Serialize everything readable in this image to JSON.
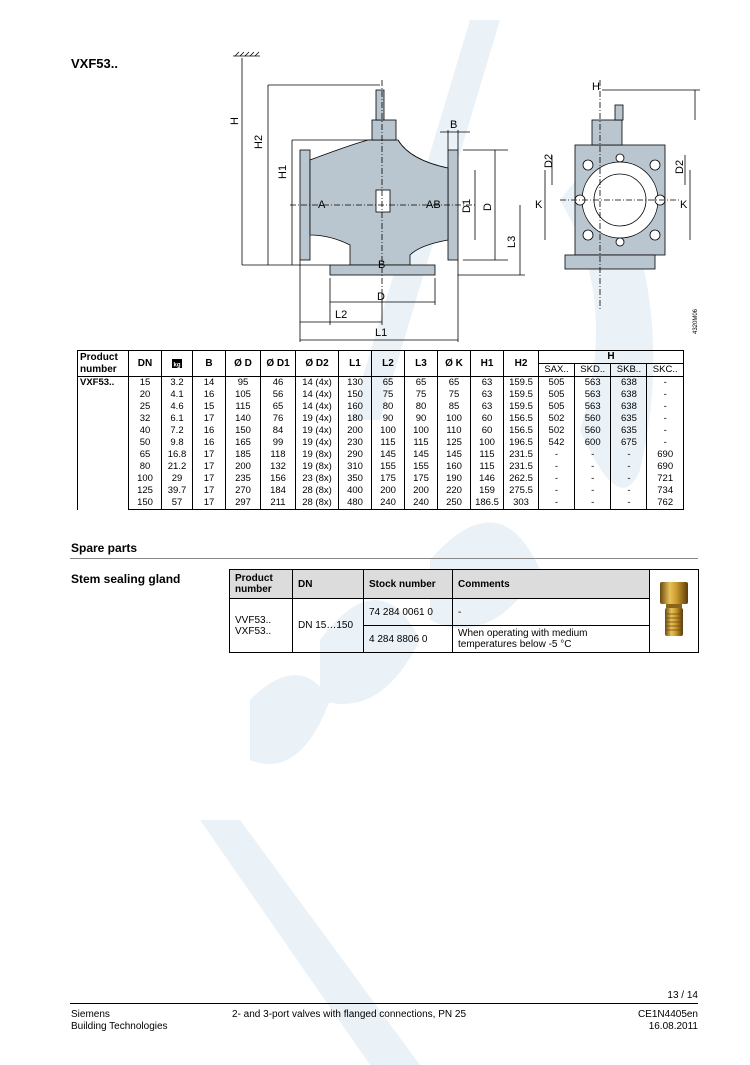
{
  "model_title": "VXF53..",
  "drawing": {
    "labels": {
      "H": "H",
      "H1": "H1",
      "H2": "H2",
      "B": "B",
      "D": "D",
      "D1": "D1",
      "D2": "D2",
      "L1": "L1",
      "L2": "L2",
      "L3": "L3",
      "K": "K",
      "A": "A",
      "AB": "AB",
      "drawing_code": "4320M06"
    }
  },
  "spec_table": {
    "headers": [
      "Product number",
      "DN",
      "kg-icon",
      "B",
      "Ø D",
      "Ø D1",
      "Ø D2",
      "L1",
      "L2",
      "L3",
      "Ø K",
      "H1",
      "H2",
      "H"
    ],
    "h_sub": [
      "SAX..",
      "SKD..",
      "SKB..",
      "SKC.."
    ],
    "product": "VXF53..",
    "rows": [
      [
        "15",
        "3.2",
        "14",
        "95",
        "46",
        "14 (4x)",
        "130",
        "65",
        "65",
        "65",
        "63",
        "159.5",
        "505",
        "563",
        "638",
        "-"
      ],
      [
        "20",
        "4.1",
        "16",
        "105",
        "56",
        "14 (4x)",
        "150",
        "75",
        "75",
        "75",
        "63",
        "159.5",
        "505",
        "563",
        "638",
        "-"
      ],
      [
        "25",
        "4.6",
        "15",
        "115",
        "65",
        "14 (4x)",
        "160",
        "80",
        "80",
        "85",
        "63",
        "159.5",
        "505",
        "563",
        "638",
        "-"
      ],
      [
        "32",
        "6.1",
        "17",
        "140",
        "76",
        "19 (4x)",
        "180",
        "90",
        "90",
        "100",
        "60",
        "156.5",
        "502",
        "560",
        "635",
        "-"
      ],
      [
        "40",
        "7.2",
        "16",
        "150",
        "84",
        "19 (4x)",
        "200",
        "100",
        "100",
        "110",
        "60",
        "156.5",
        "502",
        "560",
        "635",
        "-"
      ],
      [
        "50",
        "9.8",
        "16",
        "165",
        "99",
        "19 (4x)",
        "230",
        "115",
        "115",
        "125",
        "100",
        "196.5",
        "542",
        "600",
        "675",
        "-"
      ],
      [
        "65",
        "16.8",
        "17",
        "185",
        "118",
        "19 (8x)",
        "290",
        "145",
        "145",
        "145",
        "115",
        "231.5",
        "-",
        "-",
        "-",
        "690"
      ],
      [
        "80",
        "21.2",
        "17",
        "200",
        "132",
        "19 (8x)",
        "310",
        "155",
        "155",
        "160",
        "115",
        "231.5",
        "-",
        "-",
        "-",
        "690"
      ],
      [
        "100",
        "29",
        "17",
        "235",
        "156",
        "23 (8x)",
        "350",
        "175",
        "175",
        "190",
        "146",
        "262.5",
        "-",
        "-",
        "-",
        "721"
      ],
      [
        "125",
        "39.7",
        "17",
        "270",
        "184",
        "28 (8x)",
        "400",
        "200",
        "200",
        "220",
        "159",
        "275.5",
        "-",
        "-",
        "-",
        "734"
      ],
      [
        "150",
        "57",
        "17",
        "297",
        "211",
        "28 (8x)",
        "480",
        "240",
        "240",
        "250",
        "186.5",
        "303",
        "-",
        "-",
        "-",
        "762"
      ]
    ]
  },
  "spare_parts": {
    "title": "Spare parts",
    "gland_title": "Stem sealing gland",
    "headers": [
      "Product number",
      "DN",
      "Stock number",
      "Comments"
    ],
    "products": [
      "VVF53..",
      "VXF53.."
    ],
    "dn": "DN 15…150",
    "rows": [
      {
        "stock": "74 284 0061 0",
        "comment": "-"
      },
      {
        "stock": "4 284 8806 0",
        "comment": "When operating with medium temperatures below -5 °C"
      }
    ]
  },
  "footer": {
    "page": "13 / 14",
    "company1": "Siemens",
    "company2": "Building Technologies",
    "doc_title": "2- and 3-port valves with flanged connections, PN 25",
    "doc_code": "CE1N4405en",
    "date": "16.08.2011"
  },
  "colors": {
    "watermark": "#dce9f3",
    "table_header_bg": "#dcdcdc"
  }
}
